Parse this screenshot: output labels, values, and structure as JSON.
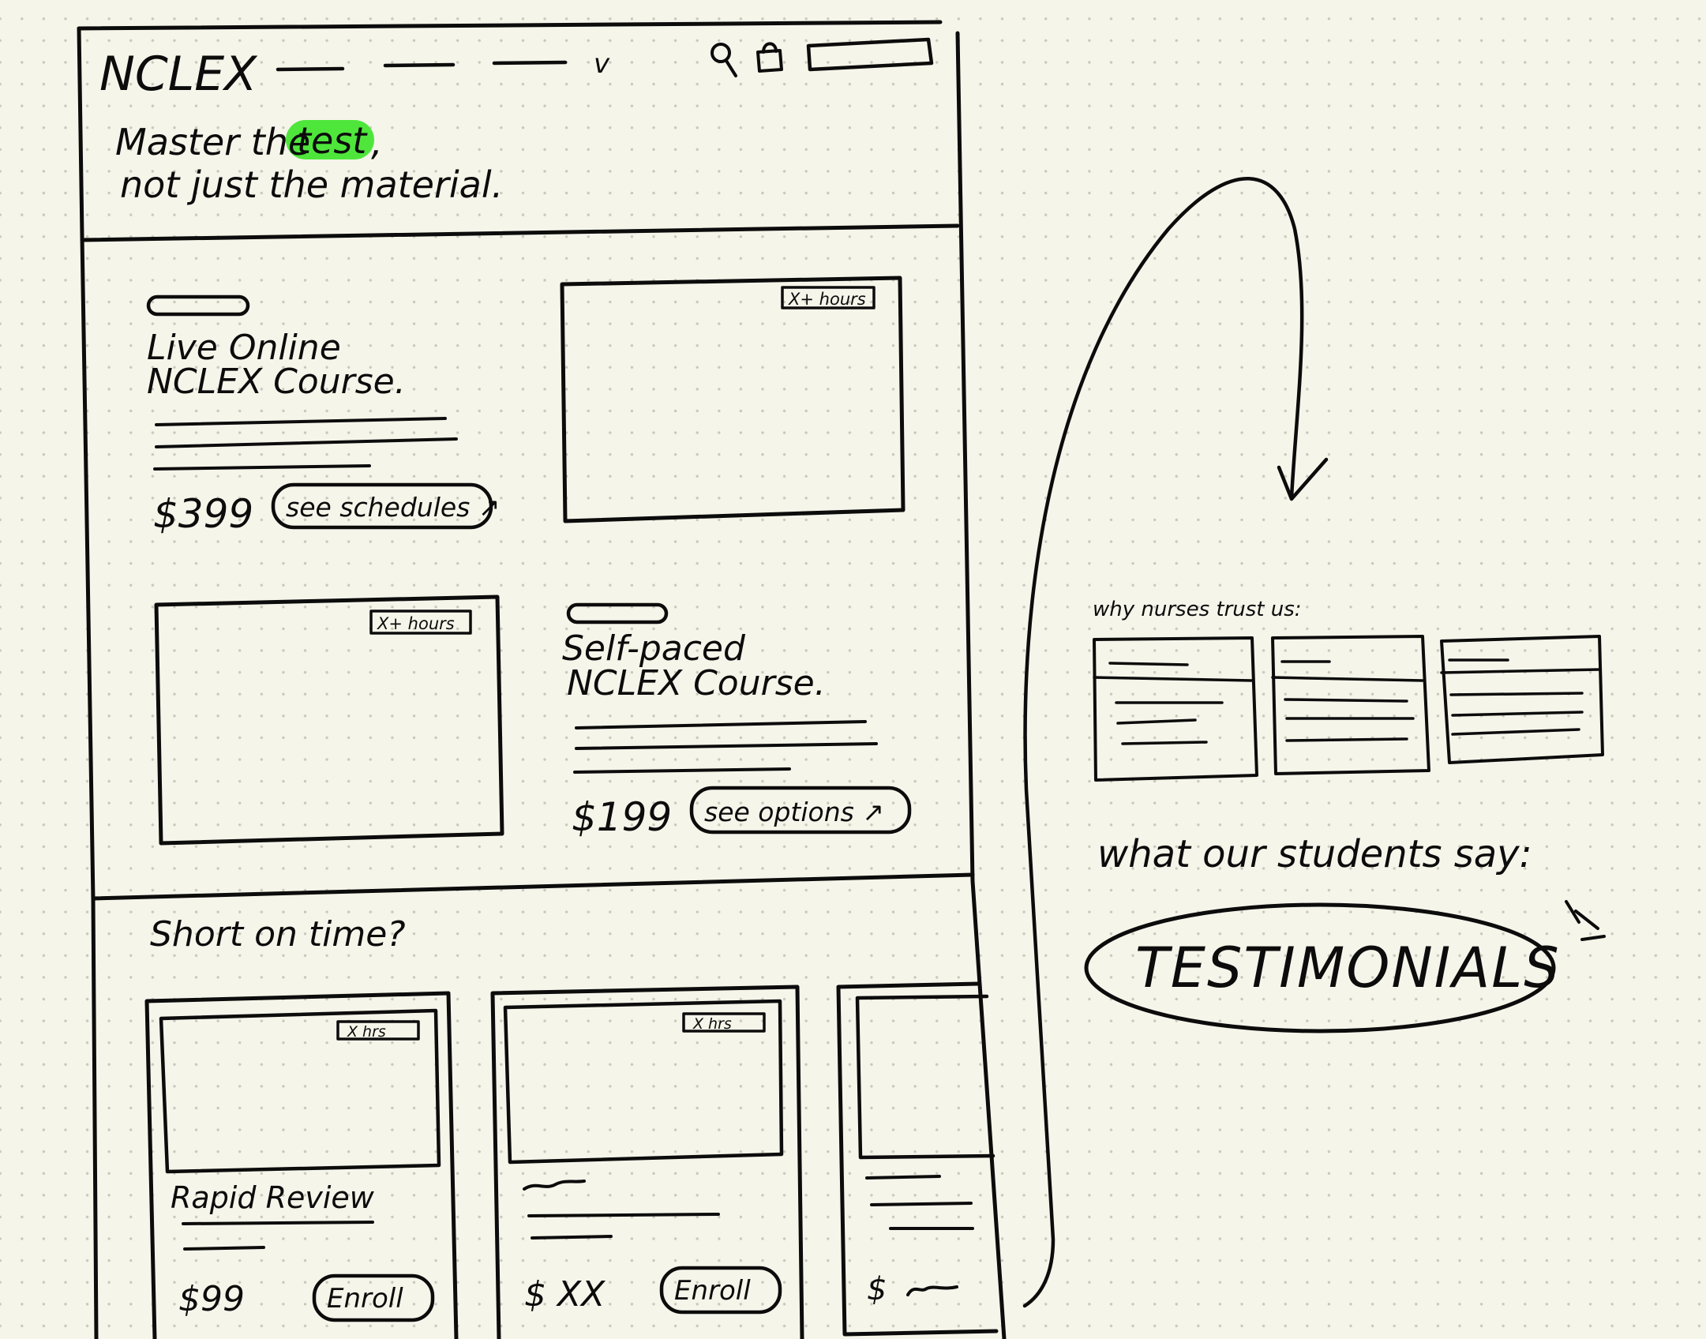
{
  "logo": "NCLEX",
  "hero": {
    "line1_prefix": "Master the",
    "highlight": "test",
    "line1_suffix": ",",
    "line2": "not just the material."
  },
  "nav": {
    "dropdown_glyph": "v"
  },
  "courses": {
    "live": {
      "title_line1": "Live Online",
      "title_line2": "NCLEX Course.",
      "duration_badge": "X+ hours",
      "price": "$399",
      "cta": "see schedules ↗"
    },
    "self_paced": {
      "title_line1": "Self-paced",
      "title_line2": "NCLEX Course.",
      "duration_badge": "X+ hours",
      "price": "$199",
      "cta": "see options ↗"
    }
  },
  "short_on_time": {
    "heading": "Short on time?",
    "cards": [
      {
        "badge": "X hrs",
        "title": "Rapid Review",
        "price": "$99",
        "cta": "Enroll"
      },
      {
        "badge": "X hrs",
        "title": "",
        "price": "$ XX",
        "cta": "Enroll"
      },
      {
        "badge": "",
        "title": "",
        "price": "$",
        "cta": ""
      }
    ]
  },
  "side": {
    "trust_heading": "why nurses trust us:",
    "students_heading": "what our students say:",
    "testimonials_label": "TESTIMONIALS"
  },
  "colors": {
    "highlight": "#4fe63c",
    "ink": "#0c0c0c",
    "paper": "#f6f5ea"
  }
}
